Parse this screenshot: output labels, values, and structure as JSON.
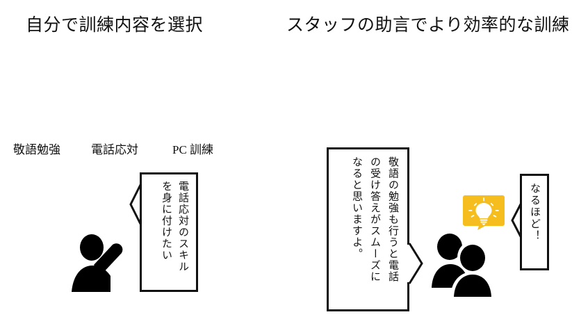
{
  "headings": {
    "left": "自分で訓練内容を選択",
    "right": "スタッフの助言でより効率的な訓練"
  },
  "left_panel": {
    "step_labels": [
      "敬語勉強",
      "電話応対",
      "PC 訓練"
    ],
    "bubble": {
      "columns": [
        "電話応対のスキル",
        "を身に付けたい"
      ],
      "full_text": "電話応対のスキルを身に付けたい"
    },
    "figure": "person-pointing-silhouette"
  },
  "right_panel": {
    "advice_bubble": {
      "columns": [
        "敬語の勉強も行うと電話",
        "の受け答えがスムーズに",
        "なると思いますよ。"
      ],
      "full_text": "敬語の勉強も行うと電話の受け答えがスムーズになると思いますよ。"
    },
    "ack_bubble": {
      "columns": [
        "なるほど！"
      ],
      "full_text": "なるほど！"
    },
    "idea_callout": {
      "icon": "lightbulb-icon"
    },
    "figure": "two-people-silhouette"
  },
  "colors": {
    "accent_yellow": "#F5BE1E",
    "ink": "#111111",
    "background": "#FFFFFF"
  }
}
